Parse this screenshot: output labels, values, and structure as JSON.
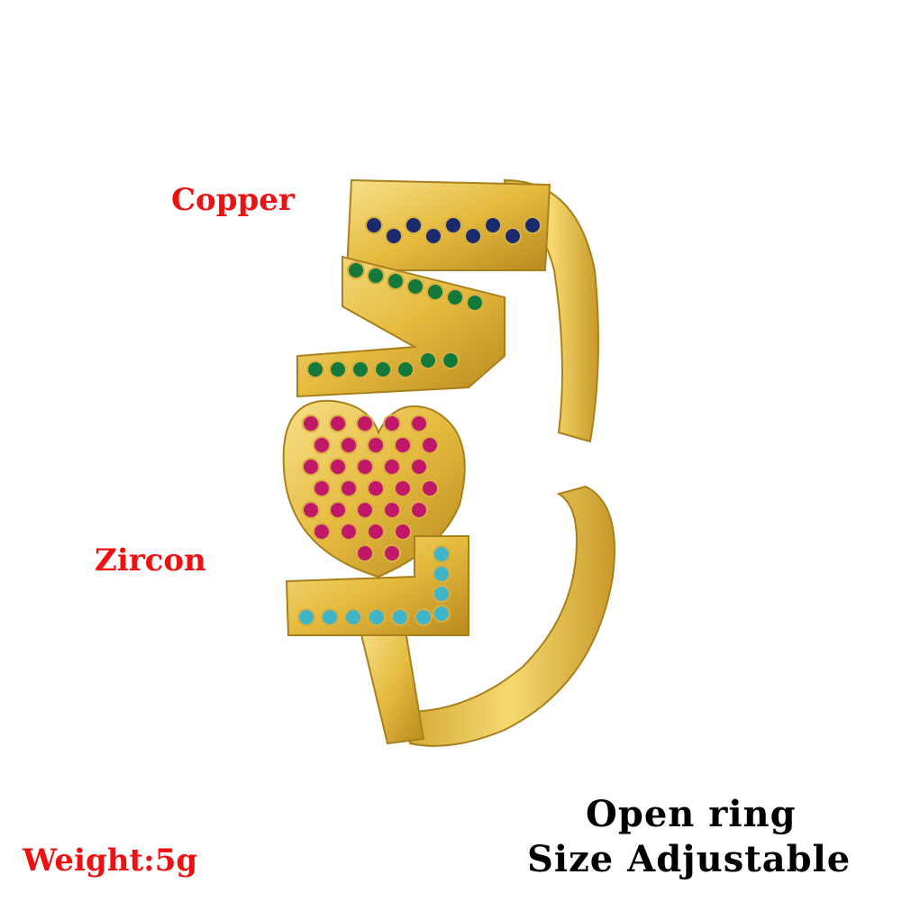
{
  "labels": {
    "material": "Copper",
    "stone": "Zircon",
    "weight": "Weight:5g",
    "type": "Open ring",
    "size": "Size Adjustable"
  },
  "colors": {
    "label_red": "#ee1111",
    "gold": "#e8c24a",
    "gold_dark": "#b8891e",
    "navy_gem": "#1a2a6c",
    "green_gem": "#137a3c",
    "pink_gem": "#c2186a",
    "turquoise_gem": "#3fb5c8"
  }
}
